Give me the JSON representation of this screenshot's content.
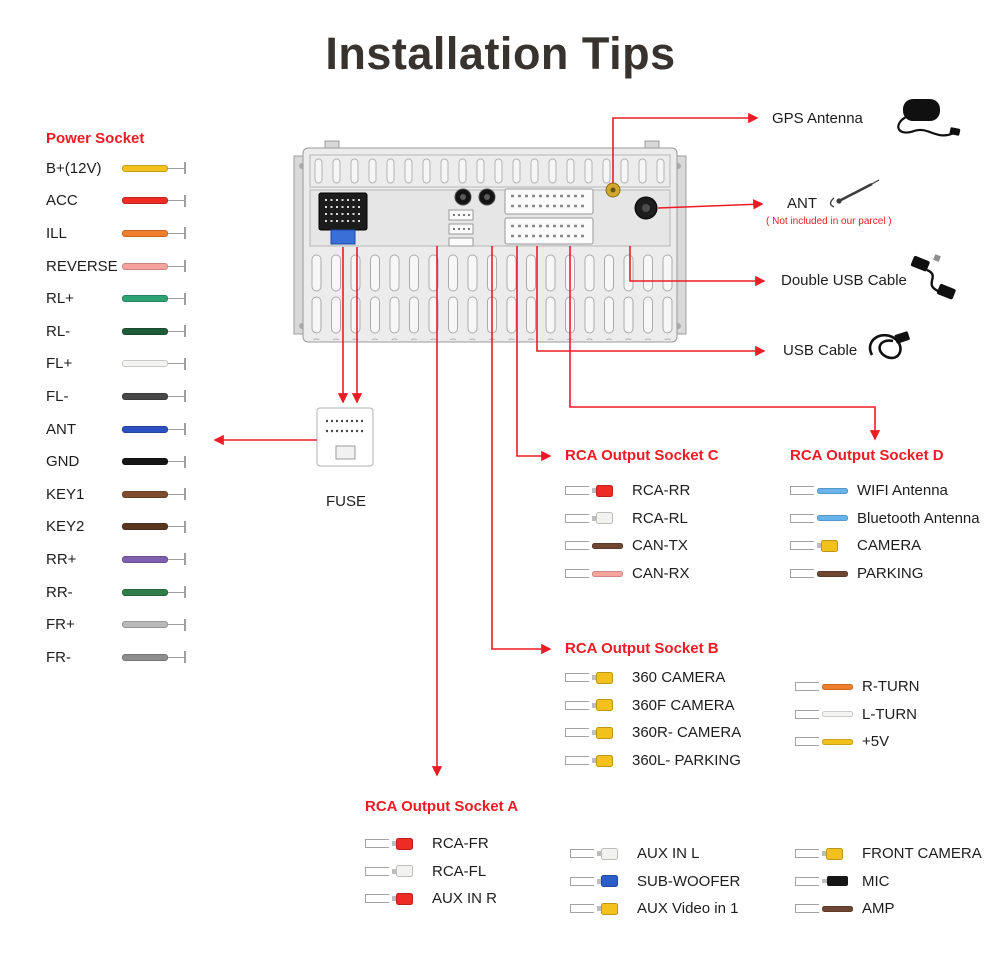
{
  "title": "Installation Tips",
  "power_socket": {
    "heading": "Power Socket",
    "items": [
      {
        "label": "B+(12V)",
        "color": "#f2c11e"
      },
      {
        "label": "ACC",
        "color": "#ee2c24"
      },
      {
        "label": "ILL",
        "color": "#f07f2d"
      },
      {
        "label": "REVERSE",
        "color": "#f6a39e"
      },
      {
        "label": "RL+",
        "color": "#2ea274"
      },
      {
        "label": "RL-",
        "color": "#1e5b39"
      },
      {
        "label": "FL+",
        "color": "#f4f4f2"
      },
      {
        "label": "FL-",
        "color": "#474747"
      },
      {
        "label": "ANT",
        "color": "#2b50c0"
      },
      {
        "label": "GND",
        "color": "#161616"
      },
      {
        "label": "KEY1",
        "color": "#7d4d2e"
      },
      {
        "label": "KEY2",
        "color": "#59361f"
      },
      {
        "label": "RR+",
        "color": "#7e60ae"
      },
      {
        "label": "RR-",
        "color": "#2f7d4a"
      },
      {
        "label": "FR+",
        "color": "#b9b9b9"
      },
      {
        "label": "FR-",
        "color": "#8f8f8f"
      }
    ]
  },
  "fuse": {
    "label": "FUSE"
  },
  "right_top": [
    {
      "label": "GPS Antenna",
      "icon": "gps-antenna-icon"
    },
    {
      "label": "ANT",
      "note": "( Not included in our parcel )",
      "icon": "rod-antenna-icon"
    },
    {
      "label": "Double USB Cable",
      "icon": "double-usb-cable-icon"
    },
    {
      "label": "USB Cable",
      "icon": "usb-cable-icon"
    }
  ],
  "socket_c": {
    "heading": "RCA Output Socket C",
    "items": [
      {
        "label": "RCA-RR",
        "type": "rca",
        "color": "#ee2c24"
      },
      {
        "label": "RCA-RL",
        "type": "rca",
        "color": "#f2f2f0"
      },
      {
        "label": "CAN-TX",
        "type": "wire",
        "color": "#6e4633"
      },
      {
        "label": "CAN-RX",
        "type": "wire",
        "color": "#f6a39e"
      }
    ]
  },
  "socket_d": {
    "heading": "RCA Output Socket D",
    "items": [
      {
        "label": "WIFI Antenna",
        "type": "wire",
        "color": "#67b4ec"
      },
      {
        "label": "Bluetooth Antenna",
        "type": "wire",
        "color": "#67b4ec"
      },
      {
        "label": "CAMERA",
        "type": "rca",
        "color": "#f2c11e"
      },
      {
        "label": "PARKING",
        "type": "wire",
        "color": "#6e4633"
      }
    ]
  },
  "socket_b": {
    "heading": "RCA Output Socket B",
    "items": [
      {
        "label": "360 CAMERA",
        "type": "rca",
        "color": "#f2c11e"
      },
      {
        "label": "360F CAMERA",
        "type": "rca",
        "color": "#f2c11e"
      },
      {
        "label": "360R- CAMERA",
        "type": "rca",
        "color": "#f2c11e"
      },
      {
        "label": "360L- PARKING",
        "type": "rca",
        "color": "#f2c11e"
      }
    ]
  },
  "turn_group": {
    "items": [
      {
        "label": "R-TURN",
        "type": "wire",
        "color": "#f07f2d"
      },
      {
        "label": "L-TURN",
        "type": "wire",
        "color": "#f4f4f2"
      },
      {
        "label": "+5V",
        "type": "wire",
        "color": "#f2c11e"
      }
    ]
  },
  "socket_a": {
    "heading": "RCA Output Socket A",
    "items": [
      {
        "label": "RCA-FR",
        "type": "rca",
        "color": "#ee2c24"
      },
      {
        "label": "RCA-FL",
        "type": "rca",
        "color": "#f2f2f0"
      },
      {
        "label": "AUX IN R",
        "type": "rca",
        "color": "#ee2c24"
      }
    ]
  },
  "aux_group": {
    "items": [
      {
        "label": "AUX IN L",
        "type": "rca",
        "color": "#f2f2f0"
      },
      {
        "label": "SUB-WOOFER",
        "type": "rca",
        "color": "#2b5fc7"
      },
      {
        "label": "AUX Video in 1",
        "type": "rca",
        "color": "#f2c11e"
      }
    ]
  },
  "camera_group": {
    "items": [
      {
        "label": "FRONT CAMERA",
        "type": "rca",
        "color": "#f2c11e"
      },
      {
        "label": "MIC",
        "type": "plug",
        "color": "#161616"
      },
      {
        "label": "AMP",
        "type": "wire",
        "color": "#6e4633"
      }
    ]
  },
  "colors": {
    "accent": "#ed1c24",
    "title": "#38332f"
  }
}
